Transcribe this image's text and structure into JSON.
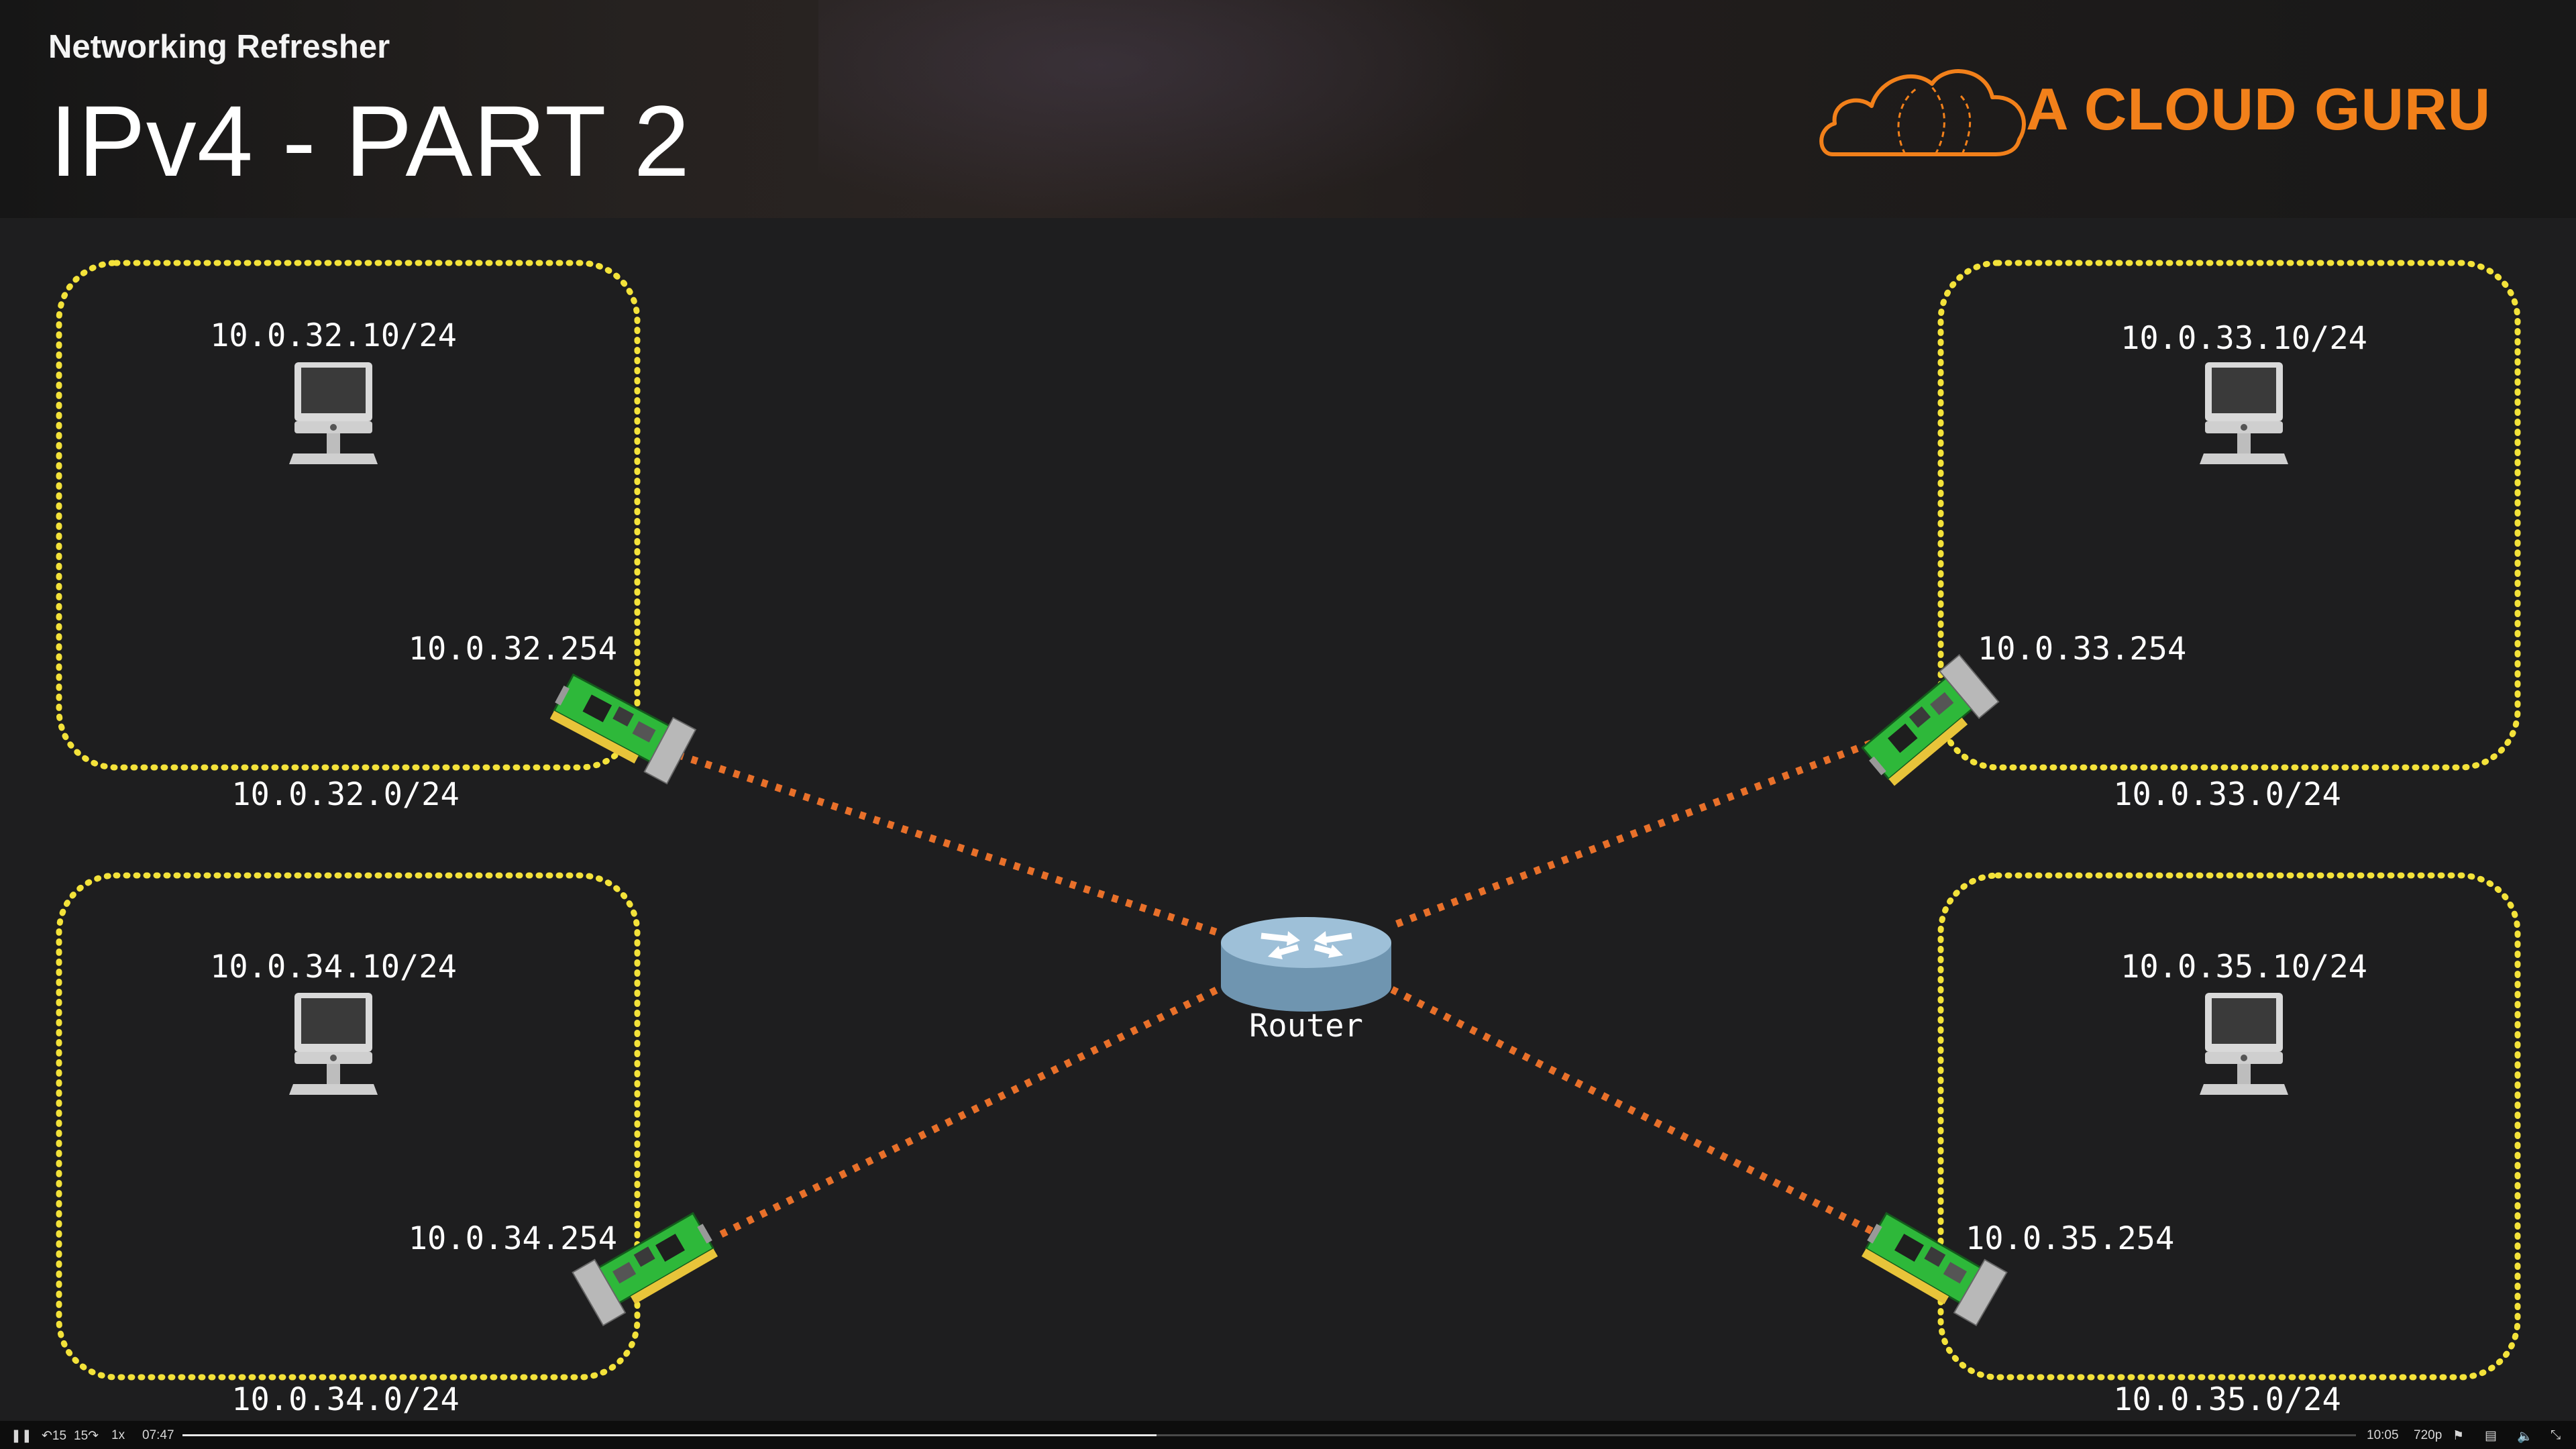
{
  "header": {
    "course_title": "Networking Refresher",
    "lesson_title": "IPv4 - PART 2",
    "brand": "A CLOUD GURU",
    "brand_color": "#f2801a"
  },
  "diagram": {
    "router_label": "Router",
    "subnets": [
      {
        "network": "10.0.32.0/24",
        "host": "10.0.32.10/24",
        "gateway": "10.0.32.254"
      },
      {
        "network": "10.0.33.0/24",
        "host": "10.0.33.10/24",
        "gateway": "10.0.33.254"
      },
      {
        "network": "10.0.34.0/24",
        "host": "10.0.34.10/24",
        "gateway": "10.0.34.254"
      },
      {
        "network": "10.0.35.0/24",
        "host": "10.0.35.10/24",
        "gateway": "10.0.35.254"
      }
    ],
    "colors": {
      "subnet_border": "#f3e23a",
      "link": "#e8702a",
      "nic": "#35c23a"
    }
  },
  "player": {
    "play_pause_icon": "pause-icon",
    "rewind_label": "15",
    "forward_label": "15",
    "speed_label": "1x",
    "current_time": "07:47",
    "duration": "10:05",
    "quality_label": "720p",
    "progress": 0.448
  }
}
